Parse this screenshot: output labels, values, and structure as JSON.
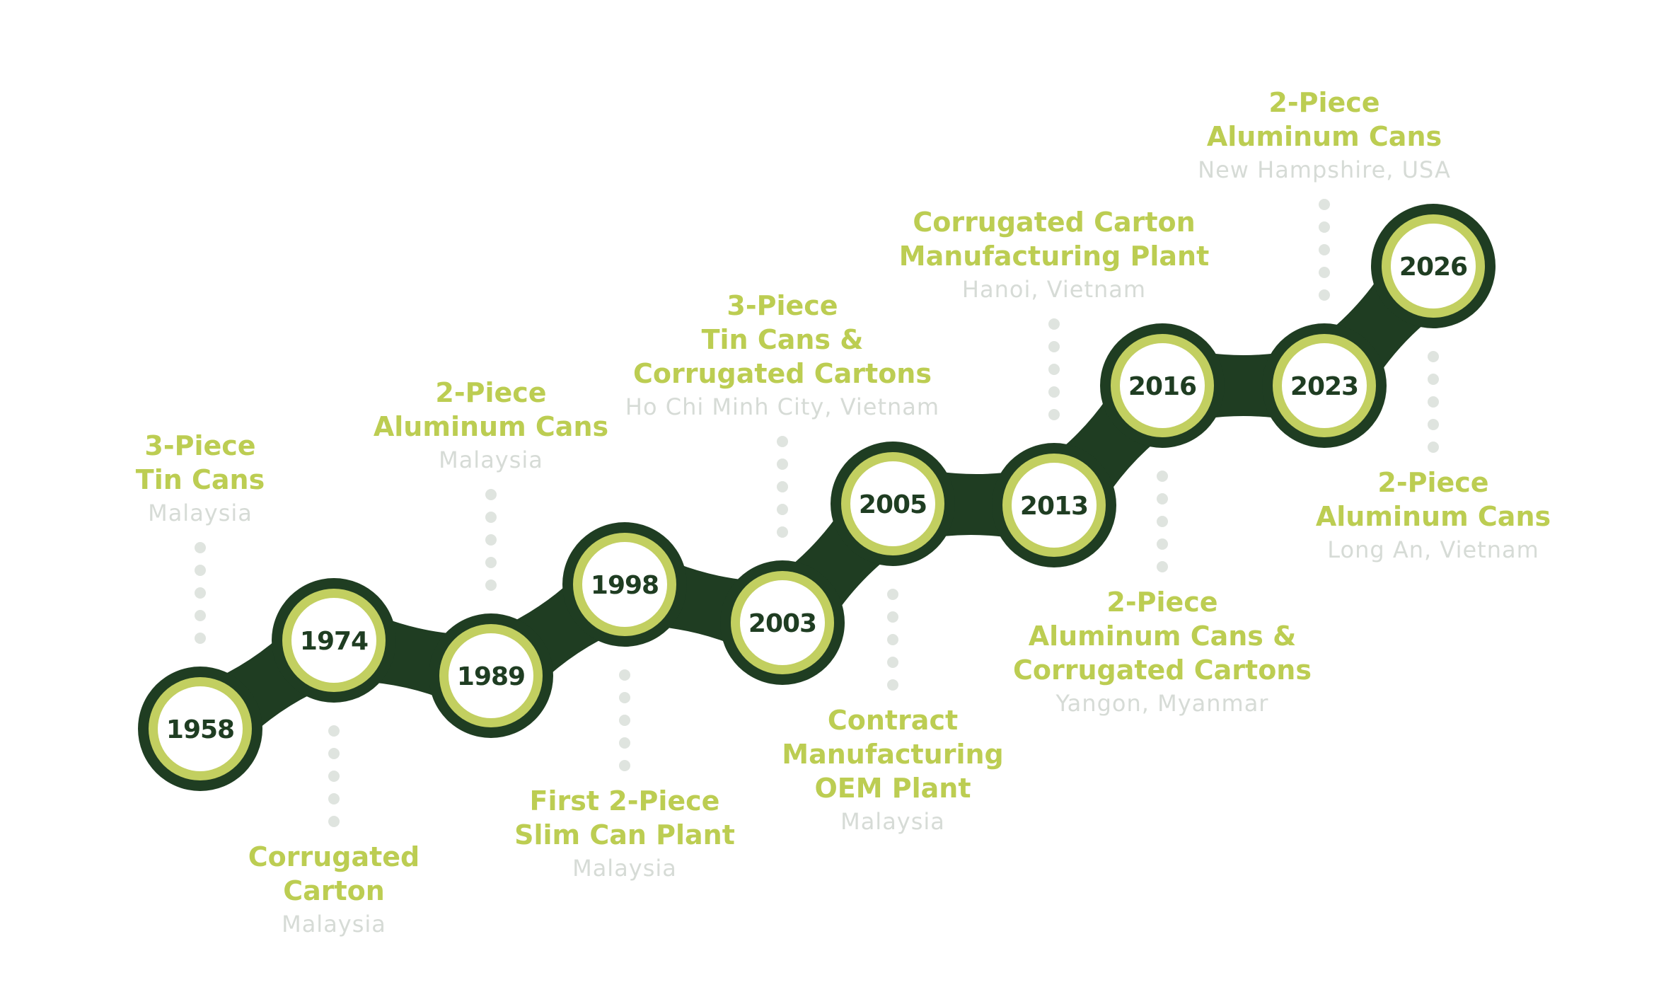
{
  "colors": {
    "track": "#1f3d22",
    "ring": "#c2cf60",
    "inner": "#ffffff",
    "year_text": "#1f3d22",
    "title_text": "#bccd52",
    "place_text": "#d6dbd6",
    "connector_dots": "#dfe4df",
    "background": "#ffffff"
  },
  "milestones": [
    {
      "year": "1958",
      "title": [
        "3-Piece",
        "Tin Cans"
      ],
      "place": "Malaysia"
    },
    {
      "year": "1974",
      "title": [
        "Corrugated",
        "Carton"
      ],
      "place": "Malaysia"
    },
    {
      "year": "1989",
      "title": [
        "2-Piece",
        "Aluminum Cans"
      ],
      "place": "Malaysia"
    },
    {
      "year": "1998",
      "title": [
        "First 2-Piece",
        "Slim Can Plant"
      ],
      "place": "Malaysia"
    },
    {
      "year": "2003",
      "title": [
        "3-Piece",
        "Tin Cans &",
        "Corrugated Cartons"
      ],
      "place": "Ho Chi Minh City, Vietnam"
    },
    {
      "year": "2005",
      "title": [
        "Contract",
        "Manufacturing",
        "OEM Plant"
      ],
      "place": "Malaysia"
    },
    {
      "year": "2013",
      "title": [
        "Corrugated Carton",
        "Manufacturing Plant"
      ],
      "place": "Hanoi, Vietnam"
    },
    {
      "year": "2016",
      "title": [
        "2-Piece",
        "Aluminum Cans &",
        "Corrugated Cartons"
      ],
      "place": "Yangon, Myanmar"
    },
    {
      "year": "2023",
      "title": [
        "2-Piece",
        "Aluminum Cans"
      ],
      "place": "New Hampshire, USA"
    },
    {
      "year": "2026",
      "title": [
        "2-Piece",
        "Aluminum Cans"
      ],
      "place": "Long An, Vietnam"
    }
  ]
}
